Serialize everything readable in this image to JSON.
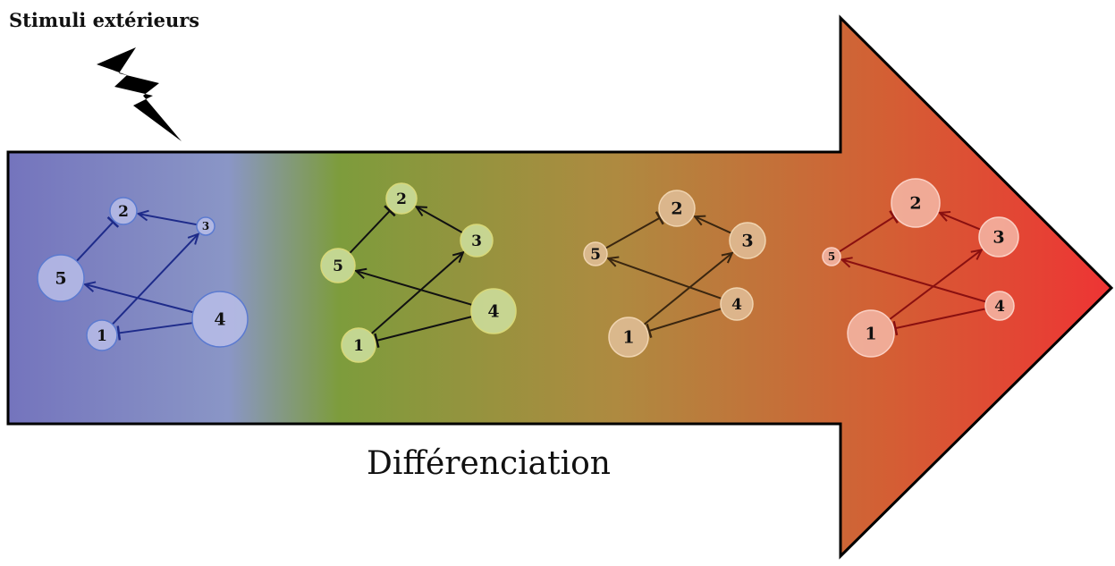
{
  "stimulus_label": "Stimuli extérieurs",
  "process_label": "Différenciation",
  "colors": {
    "gradient": [
      "#7474bd",
      "#8a96c6",
      "#7d9c3c",
      "#ae8a40",
      "#d45e34",
      "#ee3434"
    ],
    "outline": "#000000",
    "lightning": "#000000"
  },
  "stages": [
    {
      "name": "stage-1",
      "edge_color": "#1e2b8a",
      "node_fill": "#b9bde8",
      "node_stroke": "#5b7ad0",
      "nodes": [
        {
          "id": "1",
          "label": "1"
        },
        {
          "id": "2",
          "label": "2"
        },
        {
          "id": "3",
          "label": "3"
        },
        {
          "id": "4",
          "label": "4"
        },
        {
          "id": "5",
          "label": "5"
        }
      ],
      "edges": [
        {
          "from": "5",
          "to": "2",
          "type": "inhibit"
        },
        {
          "from": "3",
          "to": "2",
          "type": "activate"
        },
        {
          "from": "1",
          "to": "3",
          "type": "activate"
        },
        {
          "from": "4",
          "to": "5",
          "type": "activate"
        },
        {
          "from": "4",
          "to": "1",
          "type": "inhibit"
        }
      ]
    },
    {
      "name": "stage-2",
      "edge_color": "#111111",
      "node_fill": "#cfe0a0",
      "node_stroke": "#d8d878",
      "nodes": [
        {
          "id": "1",
          "label": "1"
        },
        {
          "id": "2",
          "label": "2"
        },
        {
          "id": "3",
          "label": "3"
        },
        {
          "id": "4",
          "label": "4"
        },
        {
          "id": "5",
          "label": "5"
        }
      ],
      "edges": [
        {
          "from": "5",
          "to": "2",
          "type": "inhibit"
        },
        {
          "from": "3",
          "to": "2",
          "type": "activate"
        },
        {
          "from": "1",
          "to": "3",
          "type": "activate"
        },
        {
          "from": "4",
          "to": "5",
          "type": "activate"
        },
        {
          "from": "4",
          "to": "1",
          "type": "inhibit"
        }
      ]
    },
    {
      "name": "stage-3",
      "edge_color": "#3a2610",
      "node_fill": "#e2c09a",
      "node_stroke": "#f0d4b0",
      "nodes": [
        {
          "id": "1",
          "label": "1"
        },
        {
          "id": "2",
          "label": "2"
        },
        {
          "id": "3",
          "label": "3"
        },
        {
          "id": "4",
          "label": "4"
        },
        {
          "id": "5",
          "label": "5"
        }
      ],
      "edges": [
        {
          "from": "5",
          "to": "2",
          "type": "inhibit"
        },
        {
          "from": "3",
          "to": "2",
          "type": "activate"
        },
        {
          "from": "1",
          "to": "3",
          "type": "activate"
        },
        {
          "from": "4",
          "to": "5",
          "type": "activate"
        },
        {
          "from": "4",
          "to": "1",
          "type": "inhibit"
        }
      ]
    },
    {
      "name": "stage-4",
      "edge_color": "#8a1010",
      "node_fill": "#f4b8a8",
      "node_stroke": "#fbd0c4",
      "nodes": [
        {
          "id": "1",
          "label": "1"
        },
        {
          "id": "2",
          "label": "2"
        },
        {
          "id": "3",
          "label": "3"
        },
        {
          "id": "4",
          "label": "4"
        },
        {
          "id": "5",
          "label": "5"
        }
      ],
      "edges": [
        {
          "from": "5",
          "to": "2",
          "type": "inhibit"
        },
        {
          "from": "3",
          "to": "2",
          "type": "activate"
        },
        {
          "from": "1",
          "to": "3",
          "type": "activate"
        },
        {
          "from": "4",
          "to": "5",
          "type": "activate"
        },
        {
          "from": "4",
          "to": "1",
          "type": "inhibit"
        }
      ]
    }
  ]
}
